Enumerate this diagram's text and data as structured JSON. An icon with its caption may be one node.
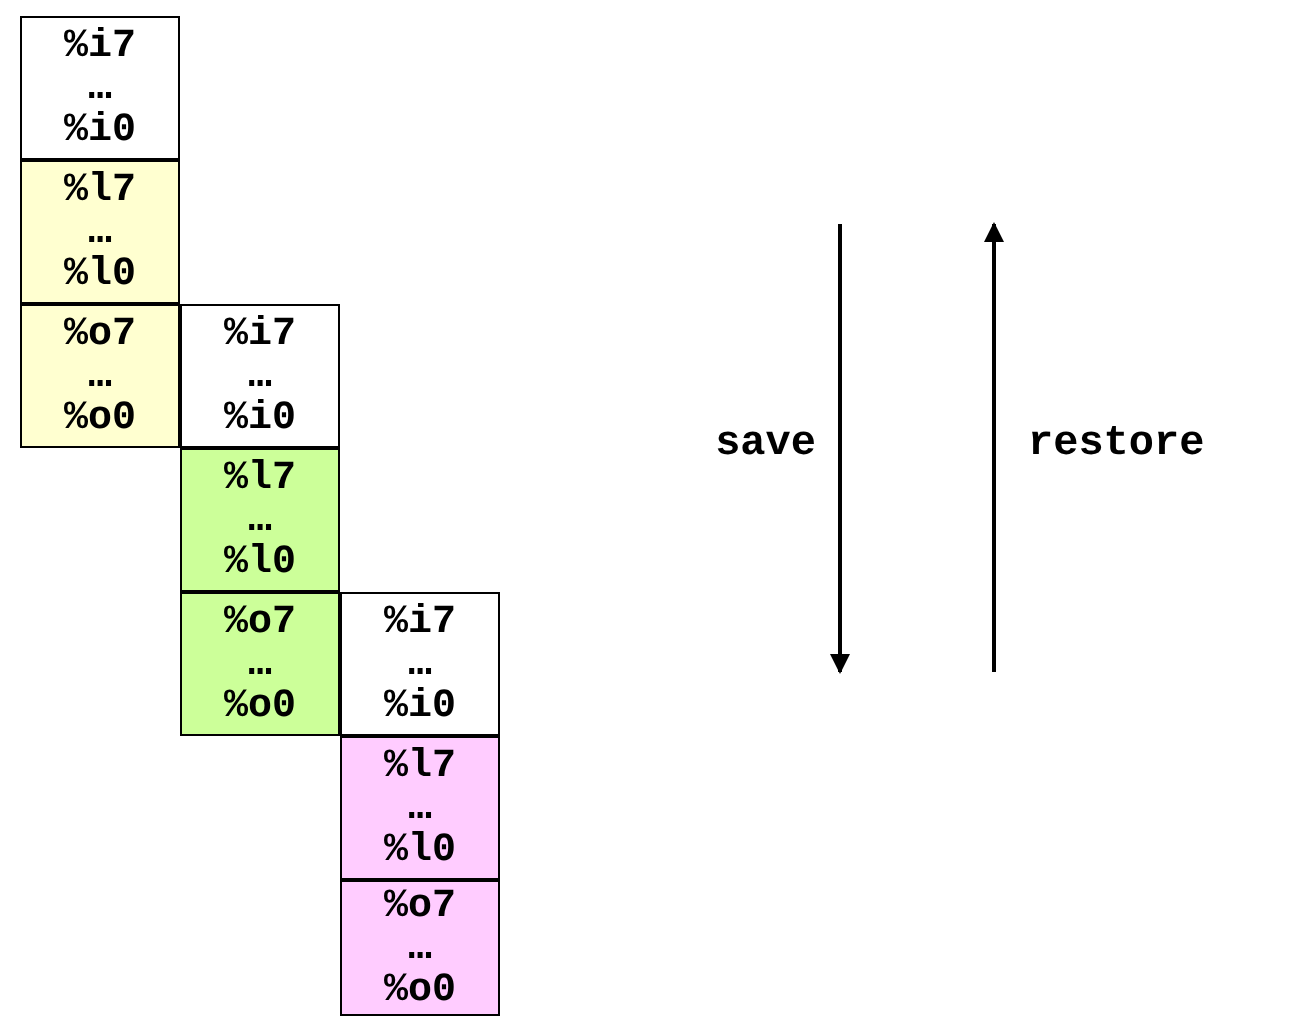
{
  "diagram": {
    "nodes": [
      {
        "text": [
          "%i7 … %i0"
        ]
      },
      {
        "text": [
          "%l7 … %l0"
        ]
      },
      {
        "text": [
          "%o7 … %o0"
        ]
      },
      {
        "text": [
          "%i7 … %i0"
        ]
      },
      {
        "text": [
          "%l7 … %l0"
        ]
      },
      {
        "text": [
          "%o7 … %o0"
        ]
      },
      {
        "text": [
          "%i7 … %i0"
        ]
      },
      {
        "text": [
          "%l7 … %l0"
        ]
      },
      {
        "text": [
          "%o7 … %o0"
        ]
      }
    ],
    "labels": [
      "save",
      "restore"
    ]
  }
}
